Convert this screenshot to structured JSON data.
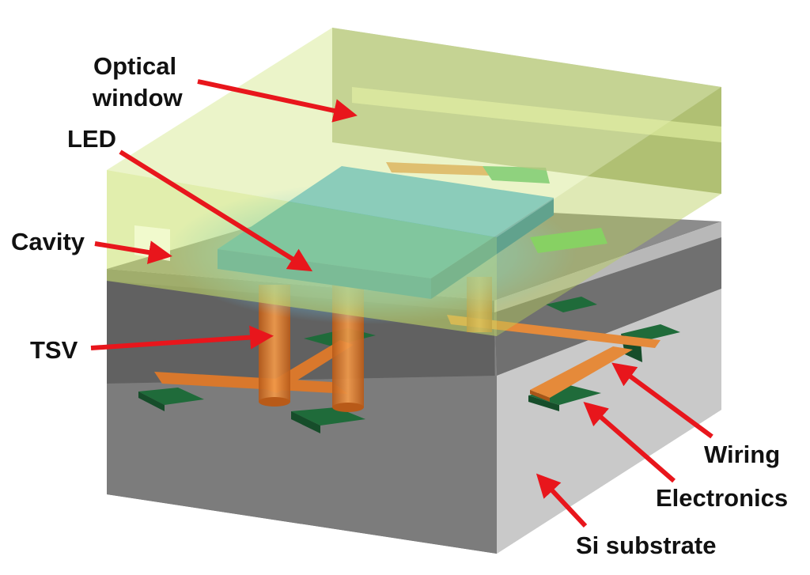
{
  "labels": {
    "optical_window_line1": "Optical",
    "optical_window_line2": "window",
    "led": "LED",
    "cavity": "Cavity",
    "tsv": "TSV",
    "wiring": "Wiring",
    "electronics": "Electronics",
    "si_substrate": "Si substrate"
  },
  "colors": {
    "optical_window": "#c8e06a",
    "led": "#2aa6de",
    "led_glow": "#5cc8ff",
    "tsv_copper": "#e07a2a",
    "wiring_copper": "#e58a3a",
    "electronics_pad": "#1f6b3a",
    "substrate": "#7a7a7a",
    "arrow": "#e8161c"
  }
}
